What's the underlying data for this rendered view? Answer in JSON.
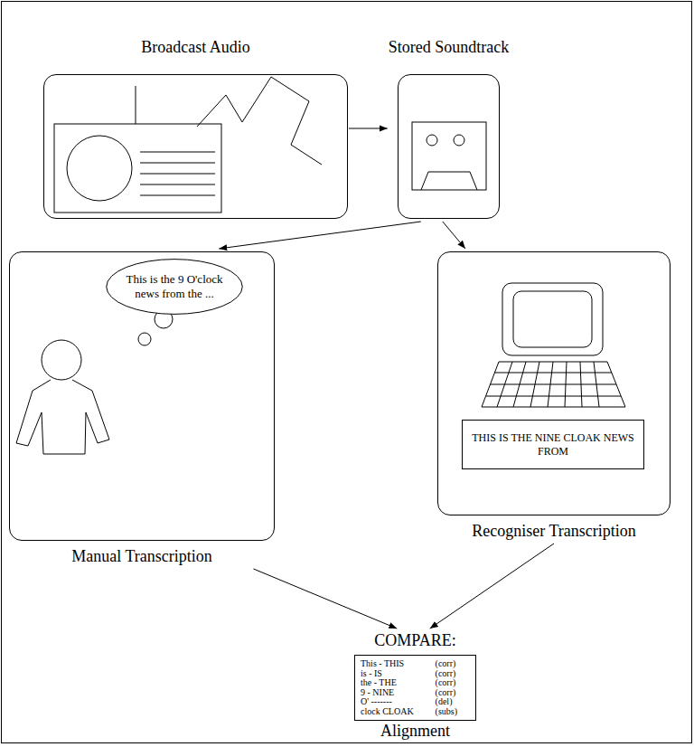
{
  "diagram": {
    "nodes": [
      {
        "text": [
          "Broadcast Audio"
        ]
      },
      {
        "text": [
          "Stored Soundtrack"
        ]
      },
      {
        "text": [
          "Manual Transcription"
        ]
      },
      {
        "text": [
          "This is the 9 O'clock news from the ..."
        ],
        "in": 2
      },
      {
        "text": [
          "Recogniser Transcription"
        ]
      },
      {
        "text": [
          "THIS IS THE NINE CLOAK NEWS FROM"
        ],
        "in": 4
      },
      {
        "text": [
          "COMPARE:",
          "This - THIS",
          "(corr)",
          "is - IS",
          "(corr)",
          "the - THE",
          "(corr)",
          "9 - NINE",
          "(corr)",
          "O' -------",
          "(del)",
          "clock CLOAK",
          "(subs)",
          "Alignment"
        ]
      }
    ],
    "edges": [
      {
        "from": 0,
        "to": 1,
        "arrow": "to"
      },
      {
        "from": 1,
        "to": 2,
        "arrow": "to"
      },
      {
        "from": 1,
        "to": 4,
        "arrow": "to"
      },
      {
        "from": 2,
        "to": 6,
        "arrow": "to"
      },
      {
        "from": 4,
        "to": 6,
        "arrow": "to"
      }
    ]
  }
}
